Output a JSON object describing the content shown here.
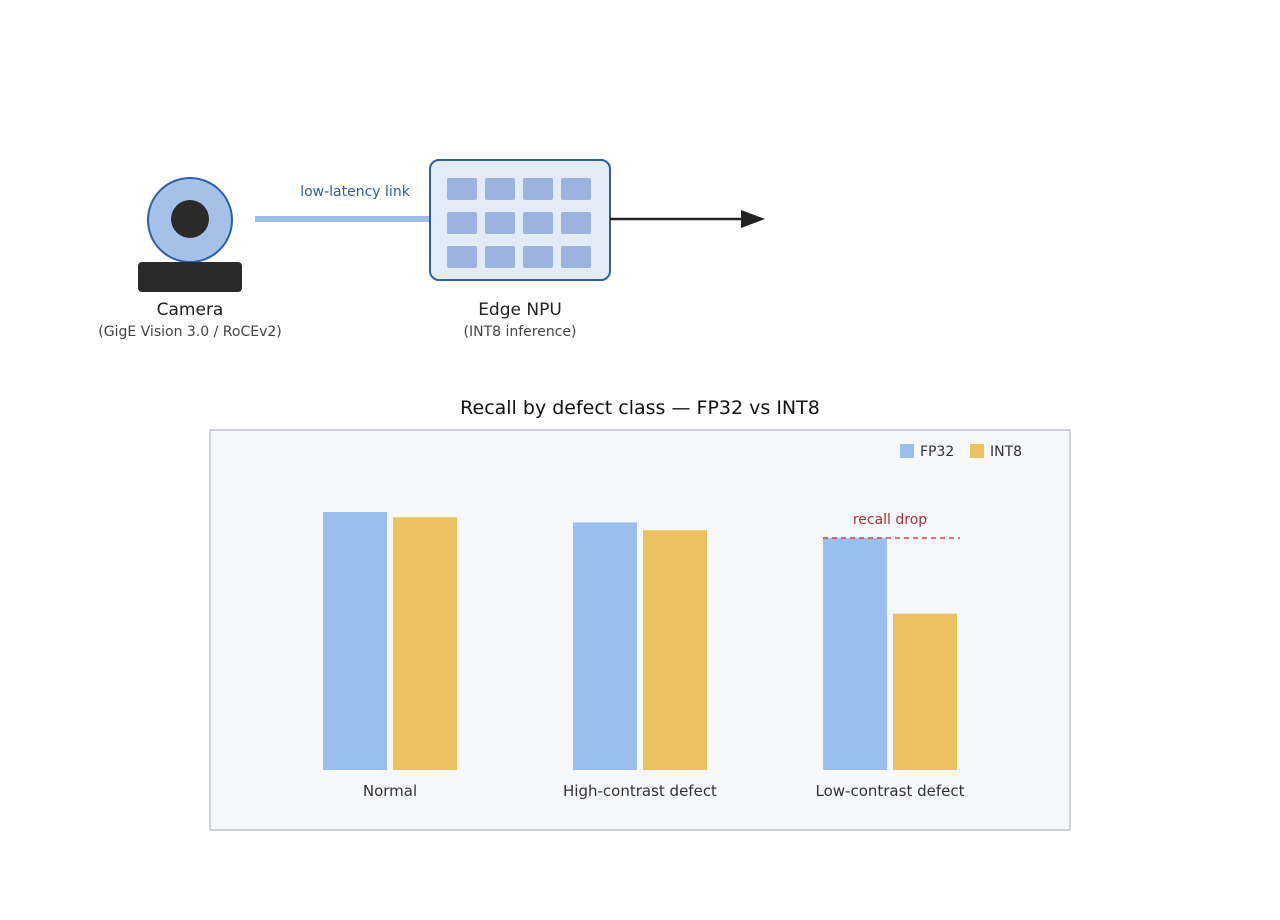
{
  "diagram": {
    "camera": {
      "label": "Camera",
      "sublabel": "(GigE Vision 3.0 / RoCEv2)"
    },
    "link": {
      "label": "low-latency link"
    },
    "npu": {
      "label": "Edge NPU",
      "sublabel": "(INT8 inference)"
    }
  },
  "chart_data": {
    "type": "bar",
    "title": "Recall by defect class — FP32 vs INT8",
    "categories": [
      "Normal",
      "High-contrast defect",
      "Low-contrast defect"
    ],
    "series": [
      {
        "name": "FP32",
        "values": [
          0.99,
          0.95,
          0.89
        ]
      },
      {
        "name": "INT8",
        "values": [
          0.97,
          0.92,
          0.6
        ]
      }
    ],
    "ylim": [
      0,
      1.0
    ],
    "legend": "top-right",
    "grid": false,
    "annotations": [
      {
        "text": "recall drop",
        "category": "Low-contrast defect",
        "y": 0.89
      }
    ],
    "colors": {
      "FP32": "#9bbfec",
      "INT8": "#ebc25f",
      "annotation": "#d64545"
    }
  },
  "colors": {
    "camera_fill": "#a5c1ea",
    "camera_stroke": "#2f5fa8",
    "npu_fill": "#e3ebf7",
    "npu_cell": "#9cb3e0",
    "link": "#9dbde9",
    "arrow": "#222222",
    "chart_bg": "#f7f8fb"
  }
}
